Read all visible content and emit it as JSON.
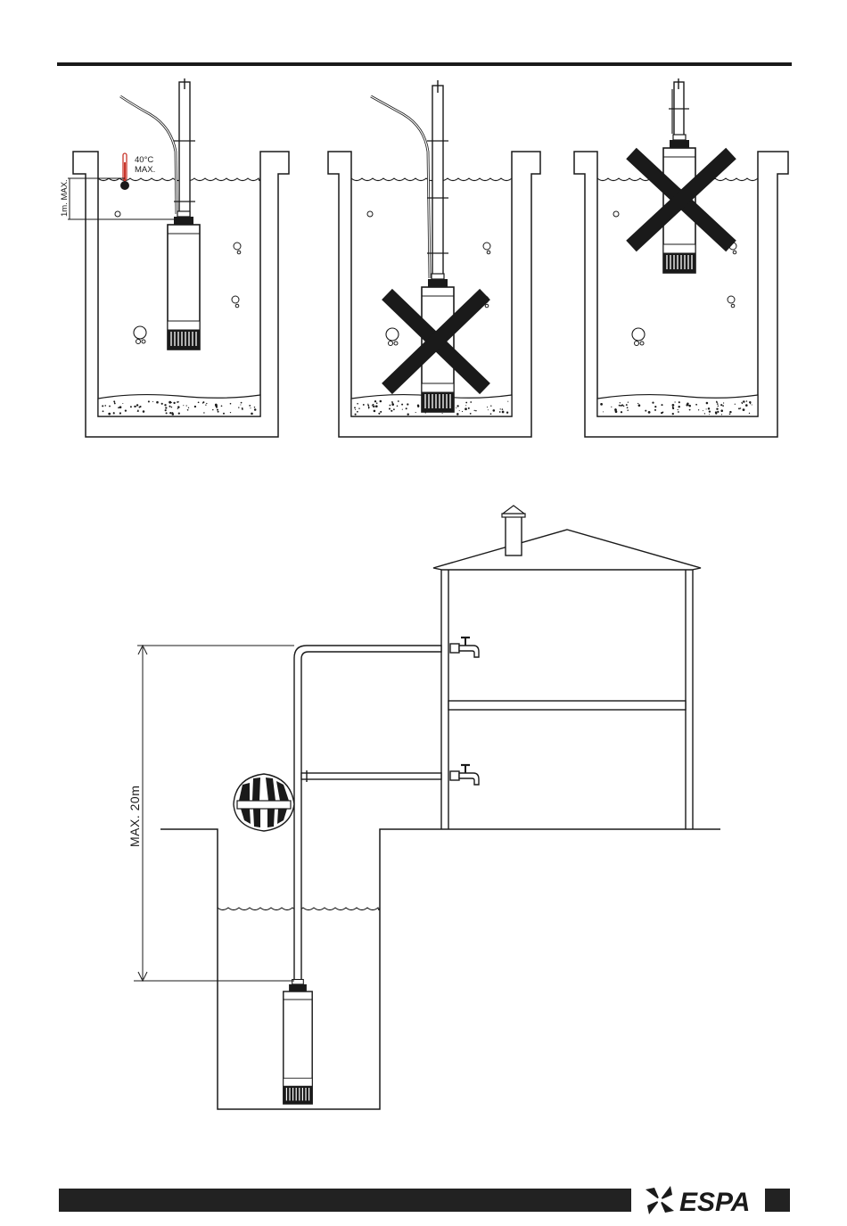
{
  "diagram1": {
    "temp_label_line1": "40°C",
    "temp_label_line2": "MAX.",
    "depth_label": "1m. MAX."
  },
  "diagram4": {
    "height_label": "MAX. 20m"
  },
  "footer": {
    "brand": "ESPA"
  },
  "colors": {
    "ink": "#1a1a1a",
    "thermometer": "#c8352b",
    "footer_bar": "#222222"
  }
}
